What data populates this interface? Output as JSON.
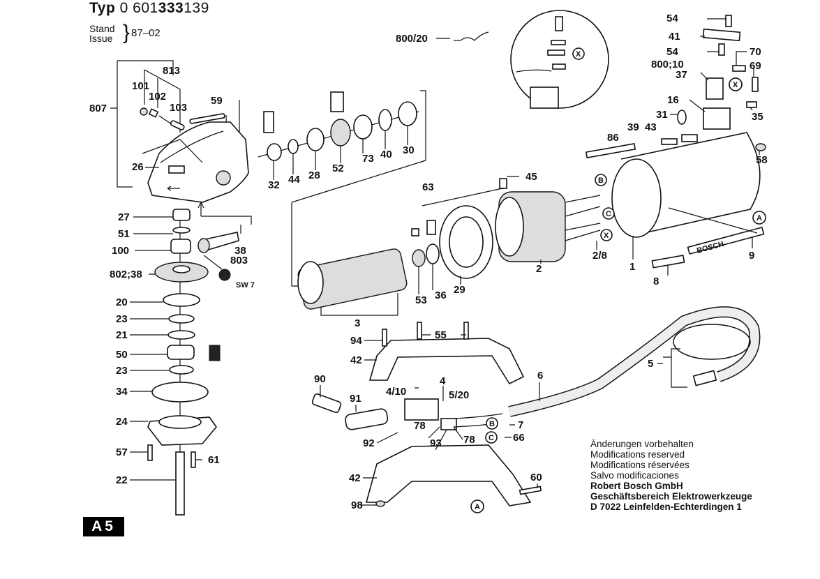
{
  "header": {
    "typ_label": "Typ",
    "typ_part1": "0 601",
    "typ_part2": "333",
    "typ_part3": "139",
    "stand_label": "Stand",
    "issue_label": "Issue",
    "brace": "}",
    "date": "87–02"
  },
  "page_badge": "A5",
  "notes": {
    "lines": [
      "Änderungen vorbehalten",
      "Modifications reserved",
      "Modifications réservées",
      "Salvo modificaciones"
    ],
    "company": [
      "Robert Bosch GmbH",
      "Geschäftsbereich Elektrowerkzeuge",
      "D 7022 Leinfelden-Echterdingen 1"
    ]
  },
  "callouts": {
    "c813": "813",
    "c101": "101",
    "c102": "102",
    "c103": "103",
    "c807": "807",
    "c59": "59",
    "c26": "26",
    "c27": "27",
    "c51": "51",
    "c100": "100",
    "c38": "38",
    "c803": "803",
    "c802_38": "802;38",
    "sw7": "SW 7",
    "c20": "20",
    "c23a": "23",
    "c21": "21",
    "c50": "50",
    "c23b": "23",
    "c34": "34",
    "c24": "24",
    "c57": "57",
    "c61": "61",
    "c22": "22",
    "c800_20": "800/20",
    "c32": "32",
    "c44": "44",
    "c28": "28",
    "c52": "52",
    "c73": "73",
    "c40": "40",
    "c30": "30",
    "c63": "63",
    "c45": "45",
    "c53": "53",
    "c36": "36",
    "c29": "29",
    "c2": "2",
    "c2_8": "2/8",
    "c3": "3",
    "c1": "1",
    "c9": "9",
    "c8": "8",
    "c86": "86",
    "c39": "39",
    "c43": "43",
    "c58": "58",
    "c54a": "54",
    "c41": "41",
    "c54b": "54",
    "c70": "70",
    "c69": "69",
    "c800_10": "800;10",
    "c37": "37",
    "c16": "16",
    "c31": "31",
    "c35": "35",
    "c94": "94",
    "c55": "55",
    "c42a": "42",
    "c90": "90",
    "c91": "91",
    "c4_10": "4/10",
    "c4": "4",
    "c5_20": "5/20",
    "c6": "6",
    "c5": "5",
    "c78a": "78",
    "c78b": "78",
    "c92": "92",
    "c93": "93",
    "c7": "7",
    "c66": "66",
    "c42b": "42",
    "c60": "60",
    "c98": "98"
  },
  "markers": {
    "A": "A",
    "B": "B",
    "C": "C",
    "X": "X"
  },
  "cable_brand": "BOSCH"
}
